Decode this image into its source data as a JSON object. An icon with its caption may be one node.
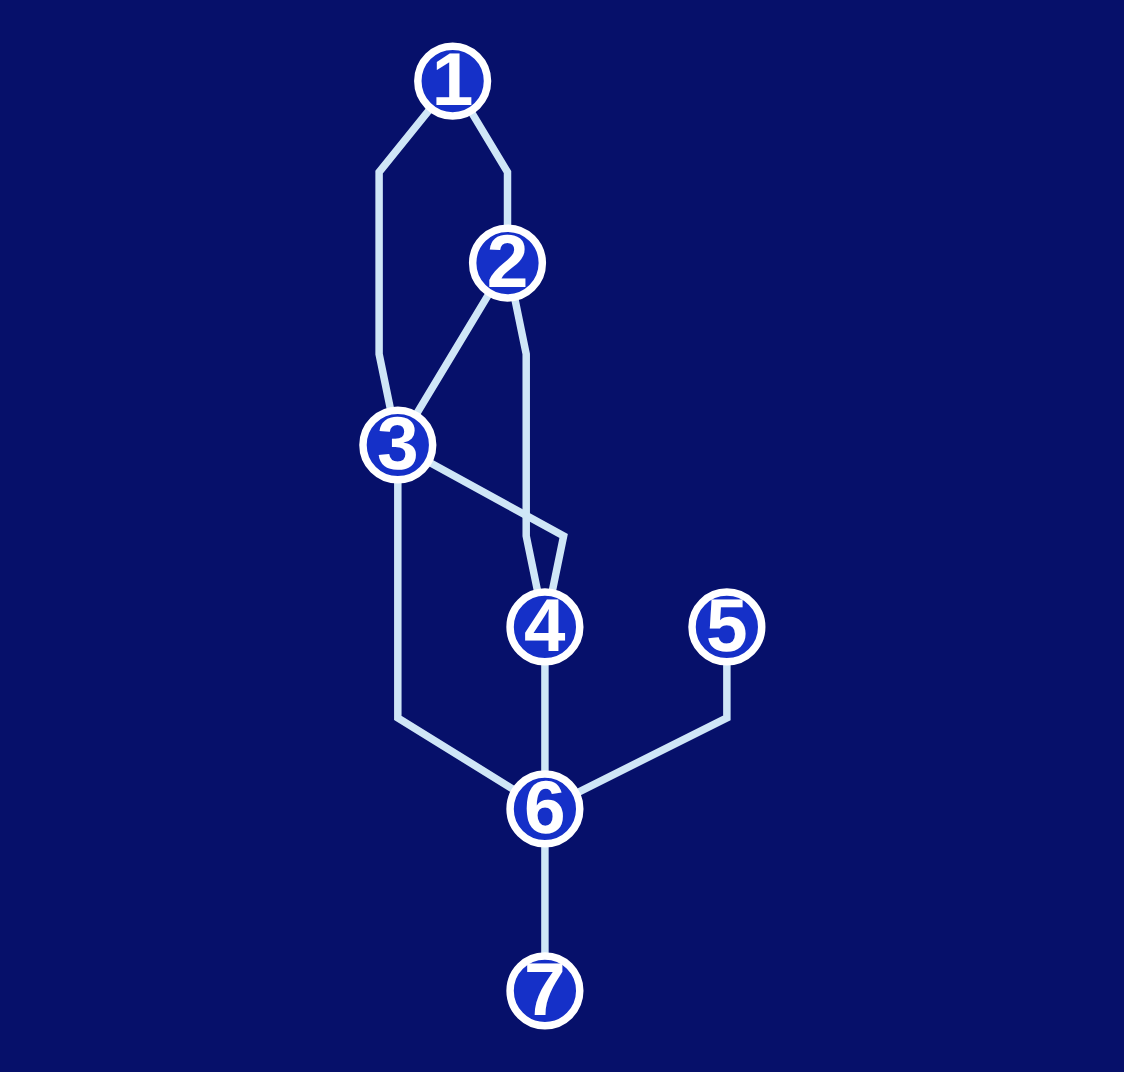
{
  "diagram": {
    "nodes": [
      {
        "text": [
          "1"
        ]
      },
      {
        "text": [
          "2"
        ]
      },
      {
        "text": [
          "3"
        ]
      },
      {
        "text": [
          "4"
        ]
      },
      {
        "text": [
          "5"
        ]
      },
      {
        "text": [
          "6"
        ]
      },
      {
        "text": [
          "7"
        ]
      }
    ],
    "edges": [
      {
        "from": 0,
        "to": 1,
        "arrow": "none"
      },
      {
        "from": 0,
        "to": 2,
        "arrow": "none"
      },
      {
        "from": 1,
        "to": 2,
        "arrow": "none"
      },
      {
        "from": 1,
        "to": 3,
        "arrow": "none"
      },
      {
        "from": 2,
        "to": 3,
        "arrow": "none"
      },
      {
        "from": 2,
        "to": 5,
        "arrow": "none"
      },
      {
        "from": 3,
        "to": 5,
        "arrow": "none"
      },
      {
        "from": 4,
        "to": 5,
        "arrow": "none"
      },
      {
        "from": 5,
        "to": 6,
        "arrow": "none"
      }
    ]
  }
}
